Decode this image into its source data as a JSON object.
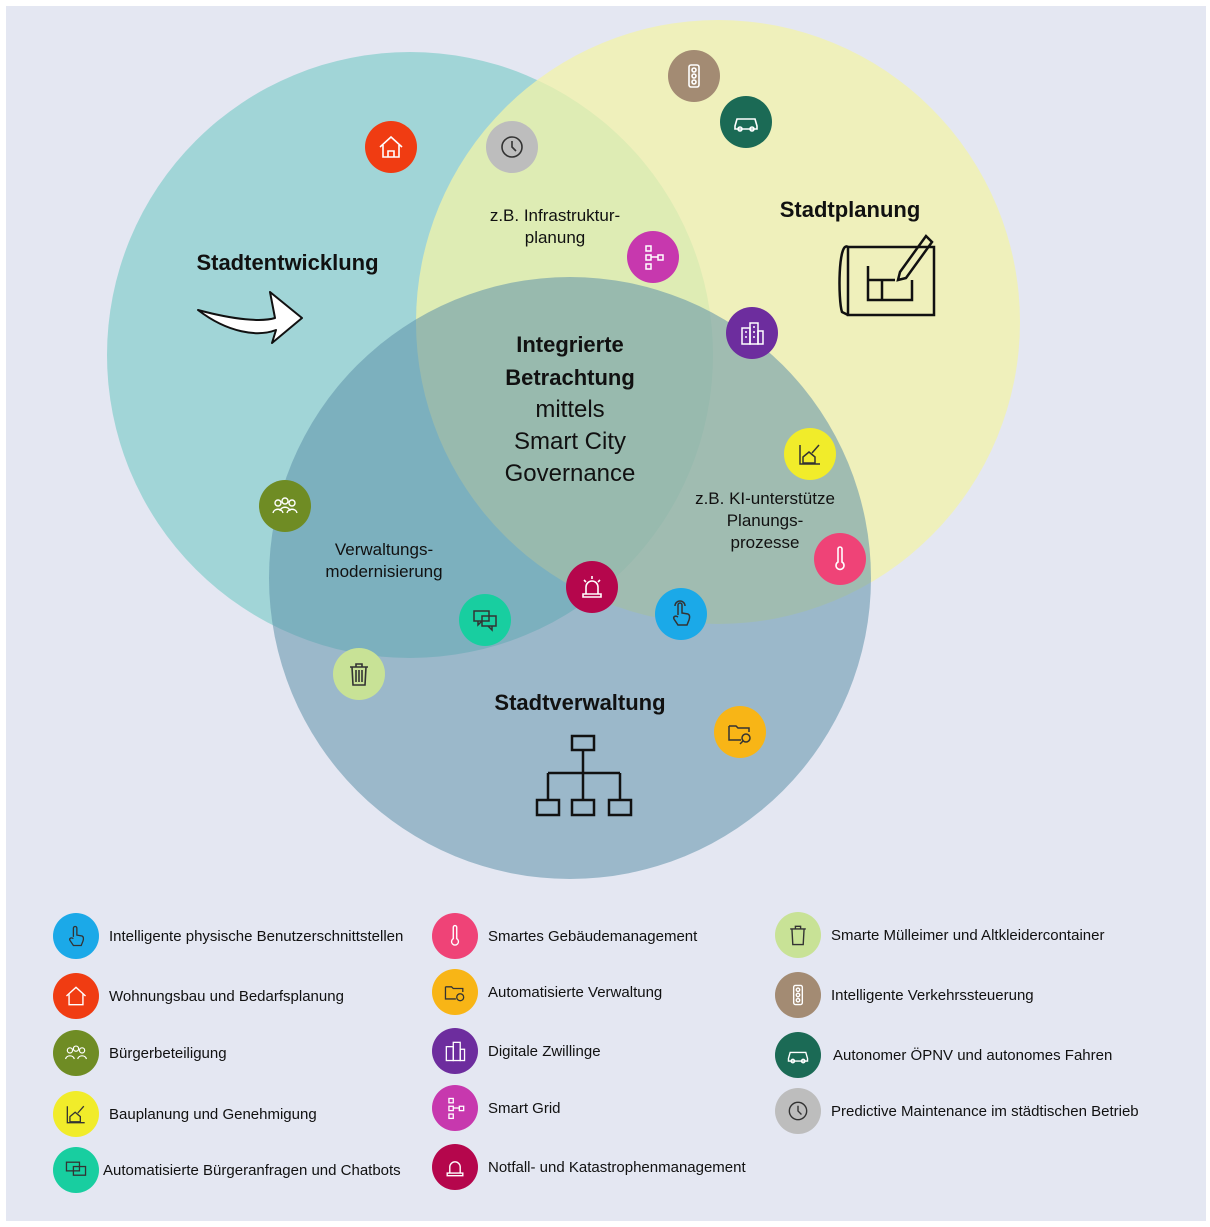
{
  "diagram": {
    "circles": {
      "stadtentwicklung": {
        "title": "Stadtentwicklung",
        "color": "#8ecfcf"
      },
      "stadtplanung": {
        "title": "Stadtplanung",
        "color": "#f3f3a8"
      },
      "stadtverwaltung": {
        "title": "Stadtverwaltung",
        "color": "#7fa9be"
      }
    },
    "center": {
      "line1": "Integrierte",
      "line2": "Betrachtung",
      "line3": "mittels",
      "line4": "Smart City",
      "line5": "Governance"
    },
    "notes": {
      "infra_line1": "z.B. Infrastruktur-",
      "infra_line2": "planung",
      "ki_line1": "z.B. KI-unterstütze",
      "ki_line2": "Planungs-",
      "ki_line3": "prozesse",
      "verw_line1": "Verwaltungs-",
      "verw_line2": "modernisierung"
    }
  },
  "legend": {
    "col1": [
      {
        "label": "Intelligente physische Benutzerschnittstellen",
        "icon": "touch-icon",
        "color": "#1ba9e8"
      },
      {
        "label": "Wohnungsbau und Bedarfsplanung",
        "icon": "house-icon",
        "color": "#f03c12"
      },
      {
        "label": "Bürgerbeteiligung",
        "icon": "people-icon",
        "color": "#6f8c24"
      },
      {
        "label": "Bauplanung und Genehmigung",
        "icon": "house-chart-icon",
        "color": "#f1ec2a"
      },
      {
        "label": "Automatisierte Bürgeranfragen und Chatbots",
        "icon": "chat-icon",
        "color": "#18cea0"
      }
    ],
    "col2": [
      {
        "label": "Smartes Gebäudemanagement",
        "icon": "thermometer-icon",
        "color": "#ef4377"
      },
      {
        "label": "Automatisierte Verwaltung",
        "icon": "folder-search-icon",
        "color": "#f8b516"
      },
      {
        "label": "Digitale Zwillinge",
        "icon": "buildings-icon",
        "color": "#6d2d9e"
      },
      {
        "label": "Smart Grid",
        "icon": "grid-icon",
        "color": "#c738ae"
      },
      {
        "label": "Notfall- und Katastrophenmanagement",
        "icon": "siren-icon",
        "color": "#b5064c"
      }
    ],
    "col3": [
      {
        "label": "Smarte Mülleimer und Altkleidercontainer",
        "icon": "trash-icon",
        "color": "#c8e296"
      },
      {
        "label": "Intelligente Verkehrssteuerung",
        "icon": "traffic-light-icon",
        "color": "#a38b73"
      },
      {
        "label": "Autonomer ÖPNV und autonomes Fahren",
        "icon": "car-icon",
        "color": "#1b6a55"
      },
      {
        "label": "Predictive Maintenance im städtischen Betrieb",
        "icon": "clock-icon",
        "color": "#bdbdbd"
      }
    ]
  }
}
